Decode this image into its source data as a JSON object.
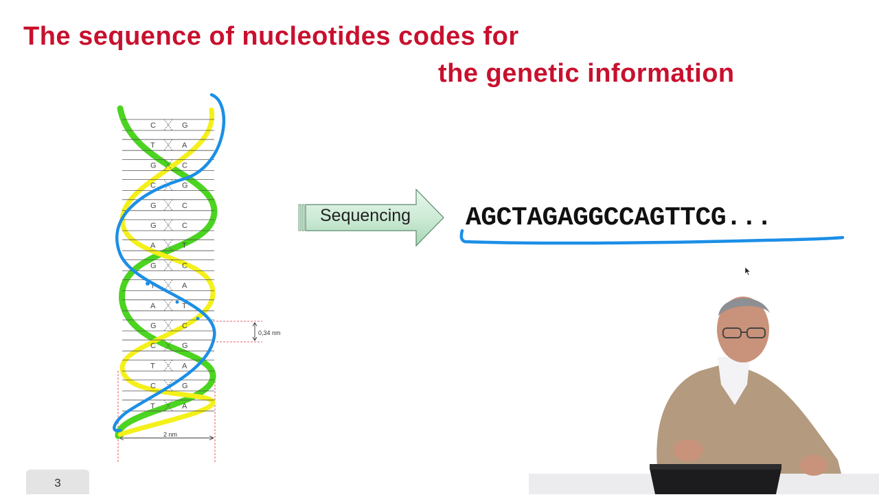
{
  "slide": {
    "title_line1": "The sequence of nucleotides codes for",
    "title_line2": "the genetic information",
    "arrow_label": "Sequencing",
    "sequence": "AGCTAGAGGCCAGTTCG...",
    "page_number": "3"
  },
  "dna_diagram": {
    "base_pairs": [
      {
        "left": "C",
        "right": "G"
      },
      {
        "left": "T",
        "right": "A"
      },
      {
        "left": "G",
        "right": "C"
      },
      {
        "left": "C",
        "right": "G"
      },
      {
        "left": "G",
        "right": "C"
      },
      {
        "left": "G",
        "right": "C"
      },
      {
        "left": "A",
        "right": "T"
      },
      {
        "left": "G",
        "right": "C"
      },
      {
        "left": "T",
        "right": "A"
      },
      {
        "left": "A",
        "right": "T"
      },
      {
        "left": "G",
        "right": "C"
      },
      {
        "left": "C",
        "right": "G"
      },
      {
        "left": "T",
        "right": "A"
      },
      {
        "left": "C",
        "right": "G"
      },
      {
        "left": "T",
        "right": "A"
      }
    ],
    "rise_label": "0,34 nm",
    "width_label": "2 nm"
  },
  "colors": {
    "title": "#c8102e",
    "strand_green": "#4bd420",
    "strand_yellow": "#f4f01a",
    "annotation_blue": "#1c8fe6",
    "arrow_fill": "#cdebd6",
    "dimension_red": "#e0303a"
  },
  "icons": {
    "cursor": "mouse-pointer-icon"
  }
}
